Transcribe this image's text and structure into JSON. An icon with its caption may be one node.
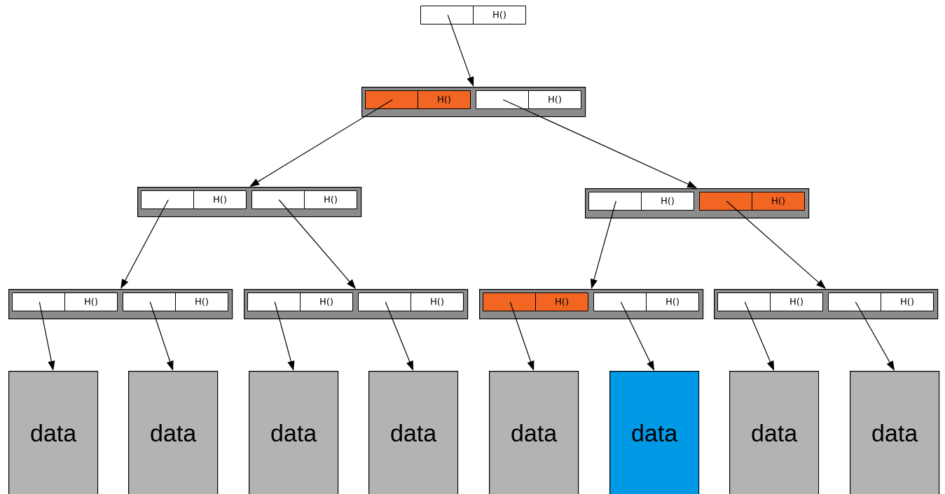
{
  "diagram": {
    "nodes": [
      {
        "text": [
          "H()"
        ]
      },
      {
        "text": [],
        "shape": "box"
      },
      {
        "text": [
          "H()"
        ],
        "in": 1
      },
      {
        "text": [
          "H()"
        ],
        "in": 1
      },
      {
        "text": [],
        "shape": "box"
      },
      {
        "text": [
          "H()"
        ],
        "in": 4
      },
      {
        "text": [
          "H()"
        ],
        "in": 4
      },
      {
        "text": [],
        "shape": "box"
      },
      {
        "text": [
          "H()"
        ],
        "in": 7
      },
      {
        "text": [
          "H()"
        ],
        "in": 7
      },
      {
        "text": [],
        "shape": "box"
      },
      {
        "text": [
          "H()"
        ],
        "in": 10
      },
      {
        "text": [
          "H()"
        ],
        "in": 10
      },
      {
        "text": [],
        "shape": "box"
      },
      {
        "text": [
          "H()"
        ],
        "in": 13
      },
      {
        "text": [
          "H()"
        ],
        "in": 13
      },
      {
        "text": [],
        "shape": "box"
      },
      {
        "text": [
          "H()"
        ],
        "in": 16
      },
      {
        "text": [
          "H()"
        ],
        "in": 16
      },
      {
        "text": [],
        "shape": "box"
      },
      {
        "text": [
          "H()"
        ],
        "in": 19
      },
      {
        "text": [
          "H()"
        ],
        "in": 19
      },
      {
        "text": [
          "data"
        ]
      },
      {
        "text": [
          "data"
        ]
      },
      {
        "text": [
          "data"
        ]
      },
      {
        "text": [
          "data"
        ]
      },
      {
        "text": [
          "data"
        ]
      },
      {
        "text": [
          "data"
        ]
      },
      {
        "text": [
          "data"
        ]
      },
      {
        "text": [
          "data"
        ]
      }
    ],
    "edges": [
      {
        "from": 0,
        "to": 1,
        "arrow": "to"
      },
      {
        "from": 2,
        "to": 4,
        "arrow": "to"
      },
      {
        "from": 3,
        "to": 7,
        "arrow": "to"
      },
      {
        "from": 5,
        "to": 10,
        "arrow": "to"
      },
      {
        "from": 6,
        "to": 13,
        "arrow": "to"
      },
      {
        "from": 8,
        "to": 16,
        "arrow": "to"
      },
      {
        "from": 9,
        "to": 19,
        "arrow": "to"
      },
      {
        "from": 11,
        "to": 22,
        "arrow": "to"
      },
      {
        "from": 12,
        "to": 23,
        "arrow": "to"
      },
      {
        "from": 14,
        "to": 24,
        "arrow": "to"
      },
      {
        "from": 15,
        "to": 25,
        "arrow": "to"
      },
      {
        "from": 17,
        "to": 26,
        "arrow": "to"
      },
      {
        "from": 18,
        "to": 27,
        "arrow": "to"
      },
      {
        "from": 20,
        "to": 28,
        "arrow": "to"
      },
      {
        "from": 21,
        "to": 29,
        "arrow": "to"
      }
    ]
  }
}
